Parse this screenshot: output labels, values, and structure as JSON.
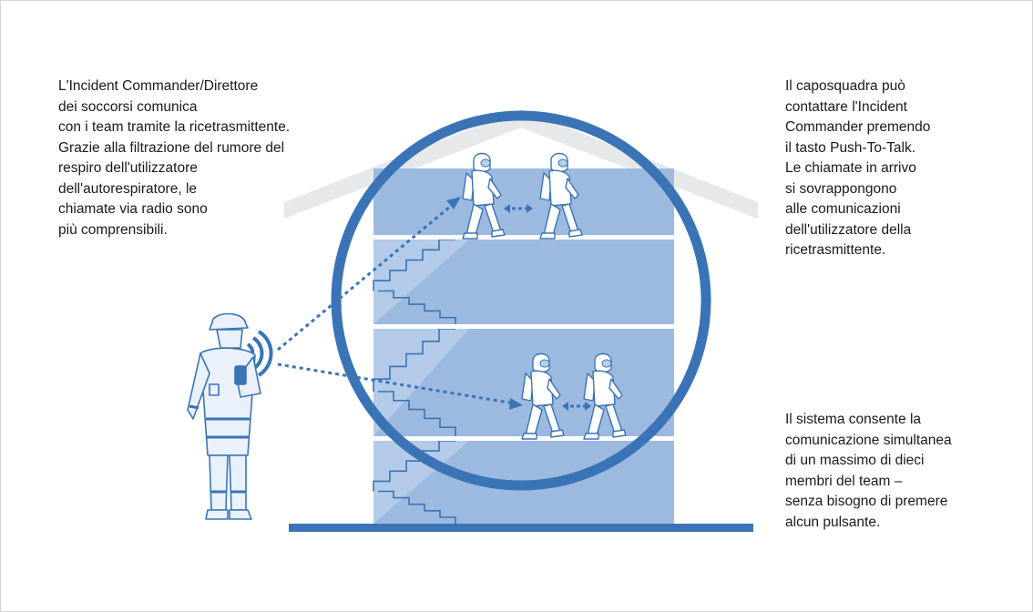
{
  "texts": {
    "left": "L'Incident Commander/Direttore\ndei soccorsi comunica\ncon i team tramite la ricetrasmittente.\nGrazie alla filtrazione del rumore del\nrespiro dell'utilizzatore\ndell'autorespiratore, le\nchiamate via radio sono\npiù comprensibili.",
    "right_top": "Il caposquadra può\ncontattare l'Incident\nCommander premendo\nil tasto Push-To-Talk.\nLe chiamate in arrivo\nsi sovrappongono\nalle comunicazioni\ndell'utilizzatore della\nricetrasmittente.",
    "right_bottom": "Il sistema consente la\ncomunicazione simultanea\ndi un massimo di dieci\nmembri del team –\nsenza bisogno di premere\nalcun pulsante."
  },
  "colors": {
    "roof": "#e6e8ea",
    "building_wall": "#9cb9df",
    "floor_line": "#ffffff",
    "stairs": "#b9cfea",
    "circle": "#3a74b6",
    "ground": "#3a74b6",
    "dashed_line": "#3a74b6",
    "figure_fill": "#ffffff",
    "figure_stroke": "#3a74b6",
    "commander_fill": "#eaf1fa",
    "text": "#1a1a1a"
  },
  "icons": {
    "radio_waves": "radio-waves-icon",
    "commander": "incident-commander-figure",
    "team_member": "firefighter-figure",
    "double_arrow": "double-arrow-icon"
  }
}
